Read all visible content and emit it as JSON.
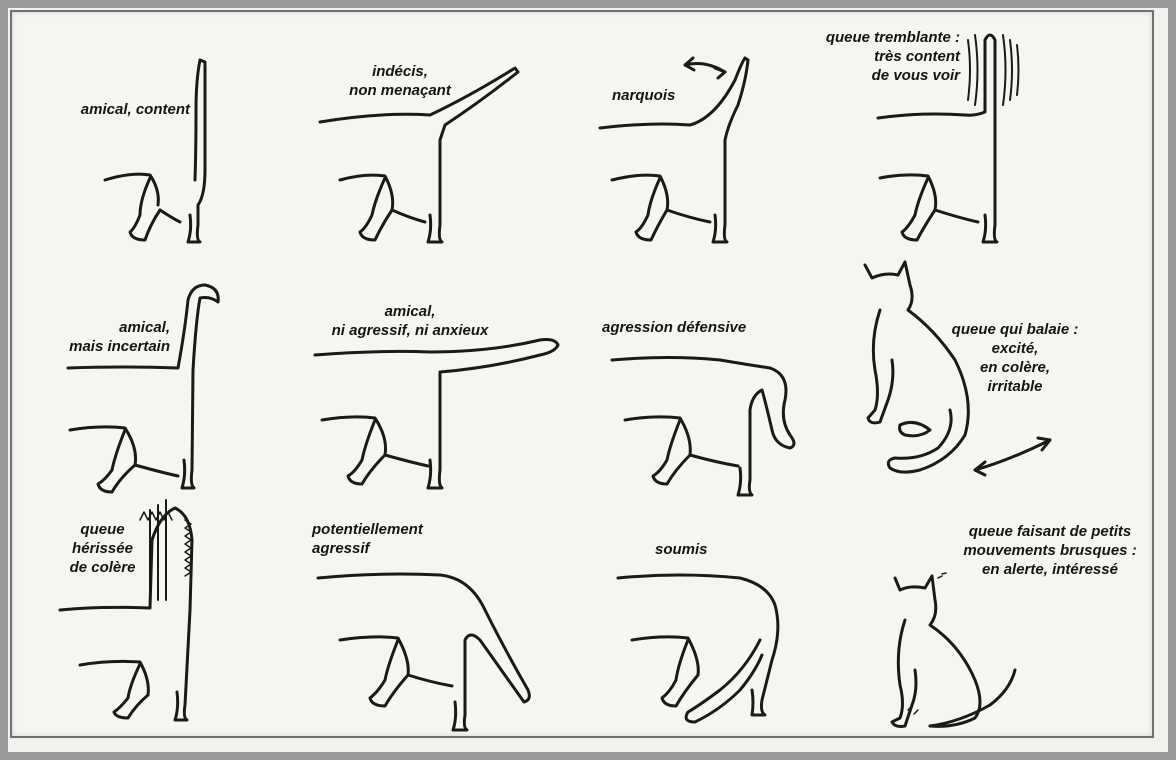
{
  "panels": [
    {
      "id": "friendly",
      "lines": [
        "amical, content"
      ]
    },
    {
      "id": "undecided",
      "lines": [
        "indécis,",
        "non menaçant"
      ]
    },
    {
      "id": "mocking",
      "lines": [
        "narquois"
      ]
    },
    {
      "id": "trembling",
      "lines": [
        "queue tremblante :",
        "très content",
        "de vous voir"
      ]
    },
    {
      "id": "friendly-uncertain",
      "lines": [
        "amical,",
        "mais incertain"
      ]
    },
    {
      "id": "friendly-neutral",
      "lines": [
        "amical,",
        "ni agressif, ni anxieux"
      ]
    },
    {
      "id": "defensive",
      "lines": [
        "agression défensive"
      ]
    },
    {
      "id": "sweeping",
      "lines": [
        "queue qui balaie :",
        "excité,",
        "en colère,",
        "irritable"
      ]
    },
    {
      "id": "bristled",
      "lines": [
        "queue",
        "hérissée",
        "de colère"
      ]
    },
    {
      "id": "potentially-aggressive",
      "lines": [
        "potentiellement",
        "agressif"
      ]
    },
    {
      "id": "submissive",
      "lines": [
        "soumis"
      ]
    },
    {
      "id": "twitching",
      "lines": [
        "queue faisant de petits",
        "mouvements brusques :",
        "en alerte, intéressé"
      ]
    }
  ]
}
